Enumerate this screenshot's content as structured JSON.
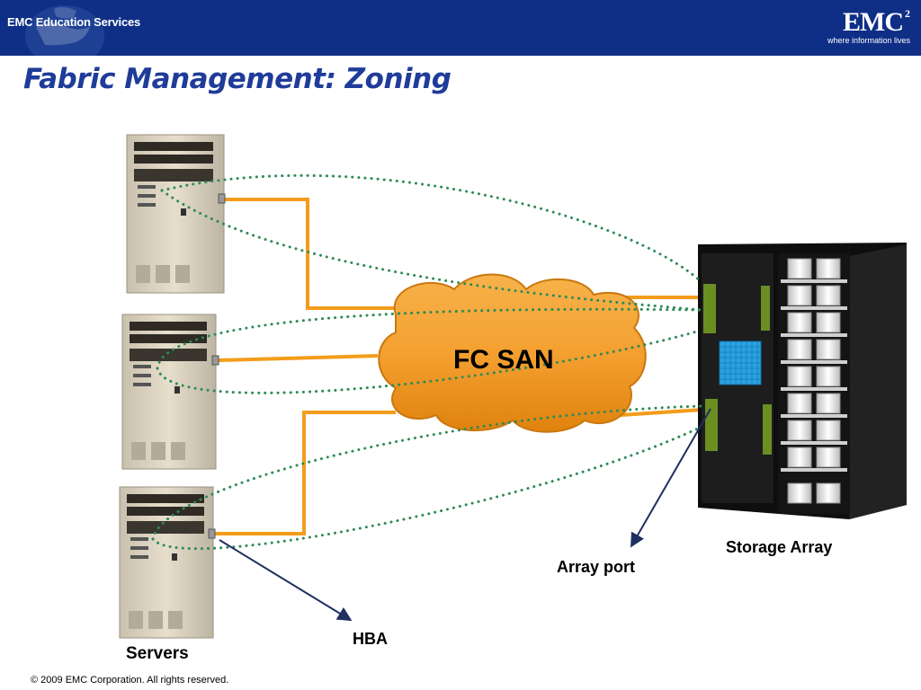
{
  "header": {
    "left_logo_text": "EMC Education Services",
    "brand": "EMC",
    "brand_superscript": "2",
    "tagline": "where information lives"
  },
  "slide": {
    "title": "Fabric Management: Zoning"
  },
  "diagram": {
    "fabric_label": "FC SAN",
    "storage_label": "Storage Array",
    "array_port_label": "Array port",
    "hba_label": "HBA",
    "servers_label": "Servers",
    "colors": {
      "header_bg": "#0f2f86",
      "title": "#1f3c9a",
      "cable": "#f39c1b",
      "zone_dots": "#2e8b57",
      "cloud": "#f29a1a",
      "arrow": "#1f2f5f",
      "array_body": "#1a1a1a",
      "array_port": "#6b8e23"
    }
  },
  "footer": {
    "copyright": "© 2009 EMC Corporation. All rights reserved."
  }
}
